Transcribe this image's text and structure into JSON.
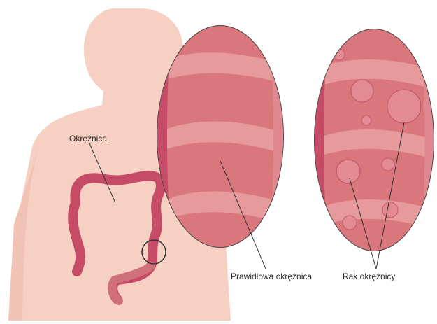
{
  "labels": {
    "colon": "Okrężnica",
    "normal_colon": "Prawidłowa okrężnica",
    "colon_cancer": "Rak okrężnicy"
  },
  "colors": {
    "skin": "#f6d0c3",
    "colon": "#c64b67",
    "tissue": "#d9777d",
    "tissue_light": "#e79a9c",
    "tumor": "#e48a92",
    "outline": "#333333"
  }
}
